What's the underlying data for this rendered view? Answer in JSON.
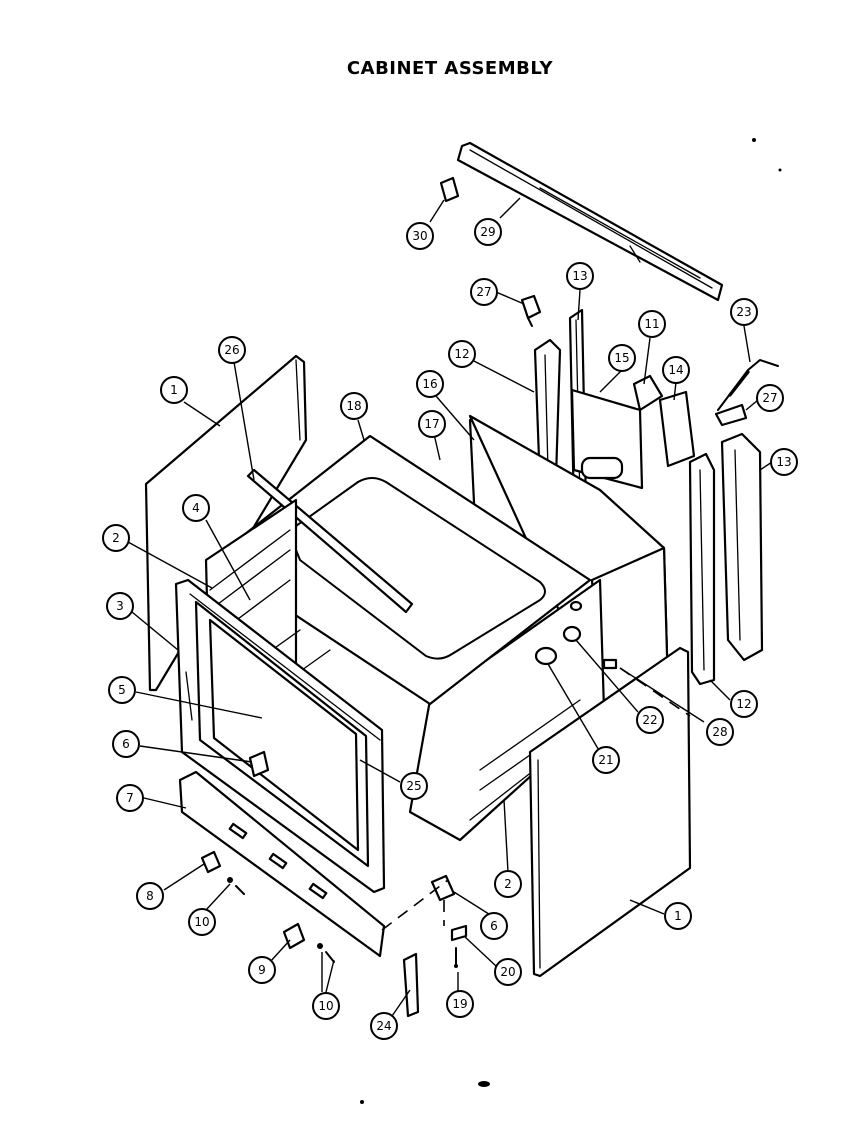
{
  "title": "CABINET ASSEMBLY",
  "callouts": {
    "c30": "30",
    "c29": "29",
    "c27a": "27",
    "c13a": "13",
    "c23": "23",
    "c26": "26",
    "c1a": "1",
    "c18": "18",
    "c16": "16",
    "c12a": "12",
    "c11": "11",
    "c15": "15",
    "c14": "14",
    "c27b": "27",
    "c17": "17",
    "c13b": "13",
    "c2a": "2",
    "c4": "4",
    "c3": "3",
    "c5": "5",
    "c6a": "6",
    "c7": "7",
    "c25": "25",
    "c22": "22",
    "c28": "28",
    "c21": "21",
    "c12b": "12",
    "c8": "8",
    "c10a": "10",
    "c2b": "2",
    "c6b": "6",
    "c1b": "1",
    "c9": "9",
    "c10b": "10",
    "c20": "20",
    "c24": "24",
    "c19": "19"
  }
}
